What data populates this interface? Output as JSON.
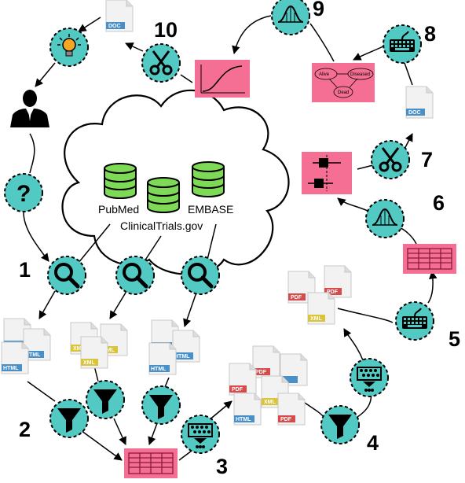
{
  "steps": [
    "1",
    "2",
    "3",
    "4",
    "5",
    "6",
    "7",
    "8",
    "9",
    "10"
  ],
  "databases": {
    "pubmed": "PubMed",
    "clinicaltrials": "ClinicalTrials.gov",
    "embase": "EMBASE"
  },
  "question_mark": "?",
  "file_tags": {
    "doc": "DOC",
    "html": "HTML",
    "xml": "XML",
    "pdf": "PDF"
  },
  "state_model": {
    "alive": "Alive",
    "diseased": "Diseased",
    "dead": "Dead"
  },
  "colors": {
    "teal": "#53c9c4",
    "pink": "#f46f93",
    "green": "#7ed957",
    "html_tag": "#4a90c8",
    "xml_tag": "#d9c43a",
    "pdf_tag": "#d84b4b",
    "doc_tag": "#4a90c8"
  },
  "icons": [
    "lightbulb-icon",
    "person-icon",
    "question-icon",
    "search-icon",
    "filter-icon",
    "table-icon",
    "classifier-icon",
    "keyboard-icon",
    "distribution-icon",
    "scissors-icon",
    "forest-plot-icon",
    "state-model-icon",
    "survival-curve-icon",
    "database-icon",
    "document-icon"
  ]
}
